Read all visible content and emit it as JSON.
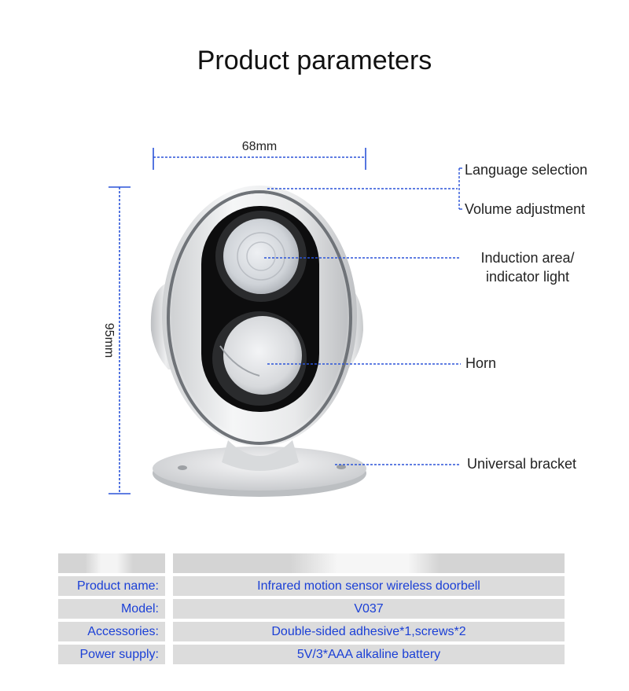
{
  "title": "Product parameters",
  "dimensions": {
    "width": "68mm",
    "height": "95mm"
  },
  "callouts": {
    "language": "Language selection",
    "volume": "Volume adjustment",
    "induction_line1": "Induction area/",
    "induction_line2": "indicator light",
    "horn": "Horn",
    "bracket": "Universal bracket"
  },
  "specs": [
    {
      "label": "Product name:",
      "value": "Infrared motion sensor wireless doorbell"
    },
    {
      "label": "Model:",
      "value": "V037"
    },
    {
      "label": "Accessories:",
      "value": "Double-sided adhesive*1,screws*2"
    },
    {
      "label": "Power supply:",
      "value": "5V/3*AAA alkaline battery"
    }
  ],
  "colors": {
    "spec_text": "#1a3fd6",
    "dim_line": "#2b54d8",
    "spec_bg": "#dcdcdc"
  }
}
